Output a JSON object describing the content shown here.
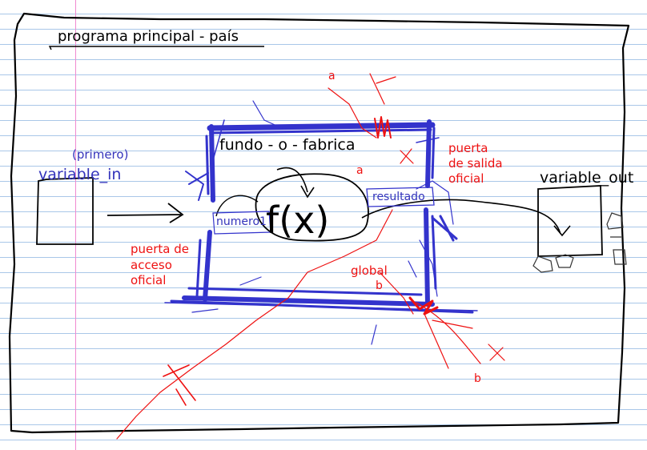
{
  "title": "programa principal - país",
  "labels": {
    "primero": "(primero)",
    "variable_in": "variable_in",
    "factory": "fundo - o - fabrica",
    "function": "f(x)",
    "numero1": "numero1",
    "resultado": "resultado",
    "variable_out": "variable_out",
    "entry_door": [
      "puerta de",
      "acceso",
      "oficial"
    ],
    "exit_door": [
      "puerta",
      "de salida",
      "oficial"
    ],
    "global": "global",
    "a_top": "a",
    "a_inner": "a",
    "b_inner": "b",
    "b_bottom": "b"
  },
  "colors": {
    "ink_black": "#000000",
    "ink_blue": "#3333bb",
    "ink_red": "#ee1111",
    "paper_lines": "#a9c7e8",
    "margin_line": "#f08ad0"
  }
}
